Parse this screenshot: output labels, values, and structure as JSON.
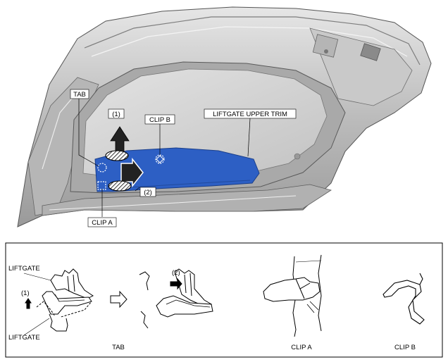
{
  "top_labels": {
    "tab": "TAB",
    "step1": "(1)",
    "clip_b": "CLIP B",
    "trim": "LIFTGATE UPPER TRIM",
    "step2": "(2)",
    "clip_a": "CLIP A"
  },
  "detail_labels": {
    "liftgate_top": "LIFTGATE",
    "liftgate_bottom": "LIFTGATE",
    "step1": "(1)",
    "step2": "(2)",
    "caption_tab": "TAB",
    "caption_clip_a": "CLIP A",
    "caption_clip_b": "CLIP B"
  },
  "colors": {
    "trim_blue": "#2d5fc4",
    "panel_gray": "#d2d2d2",
    "body_silver": "#c4c4c4"
  }
}
